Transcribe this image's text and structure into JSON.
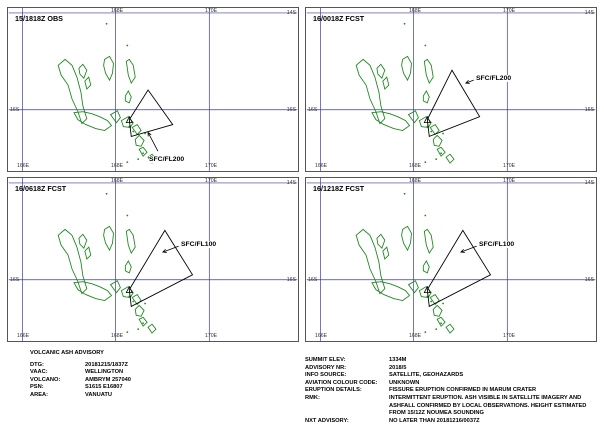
{
  "panels": [
    {
      "title": "15/1818Z OBS",
      "level": "SFC/FL200"
    },
    {
      "title": "16/0018Z FCST",
      "level": "SFC/FL200"
    },
    {
      "title": "16/0618Z FCST",
      "level": "SFC/FL100"
    },
    {
      "title": "16/1218Z FCST",
      "level": "SFC/FL100"
    }
  ],
  "ticks": {
    "lon": [
      "166E",
      "168E",
      "170E"
    ],
    "lat": [
      "14S",
      "16S"
    ]
  },
  "advisory": {
    "heading": "VOLCANIC ASH ADVISORY",
    "left": [
      {
        "k": "DTG:",
        "v": "20181215/1837Z"
      },
      {
        "k": "VAAC:",
        "v": "WELLINGTON"
      },
      {
        "k": "VOLCANO:",
        "v": "AMBRYM 257040"
      },
      {
        "k": "PSN:",
        "v": "S1615 E16807"
      },
      {
        "k": "AREA:",
        "v": "VANUATU"
      }
    ],
    "right": [
      {
        "k": "SUMMIT ELEV:",
        "v": "1334M"
      },
      {
        "k": "ADVISORY NR:",
        "v": "2018/5"
      },
      {
        "k": "INFO SOURCE:",
        "v": "SATELLITE, GEOHAZARDS"
      },
      {
        "k": "AVIATION COLOUR CODE:",
        "v": "UNKNOWN"
      },
      {
        "k": "ERUPTION DETAILS:",
        "v": "FISSURE ERUPTION CONFIRMED IN MARUM CRATER"
      },
      {
        "k": "RMK:",
        "v": "INTERMITTENT ERUPTION. ASH VISIBLE IN SATELLITE IMAGERY AND ASHFALL CONFIRMED BY LOCAL OBSERVATIONS. HEIGHT ESTIMATED FROM 15/12Z NOUMEA SOUNDING"
      },
      {
        "k": "NXT ADVISORY:",
        "v": "NO LATER THAN 20181216/0037Z"
      }
    ]
  },
  "colors": {
    "land": "#1e8a1e",
    "grid": "#3a3aa0",
    "ash": "#000000"
  }
}
